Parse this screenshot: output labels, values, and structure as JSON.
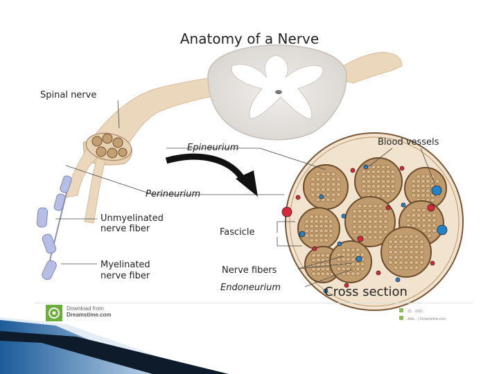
{
  "title": "Anatomy of a Nerve",
  "labels": {
    "spinal_nerve": "Spinal nerve",
    "epineurium": "Epineurium",
    "perineurium": "Perineurium",
    "unmyelinated_1": "Unmyelinated",
    "unmyelinated_2": "nerve fiber",
    "myelinated_1": "Myelinated",
    "myelinated_2": "nerve fiber",
    "blood_vessels": "Blood vessels",
    "fascicle": "Fascicle",
    "nerve_fibers": "Nerve fibers",
    "endoneurium": "Endoneurium",
    "cross_section": "Cross section"
  },
  "footer": {
    "download_line1": "Download from",
    "download_line2": "Dreamstime.com",
    "id_line": "25... 6591",
    "credit_line": "Alila... | Dreamstime.com"
  },
  "colors": {
    "nerve_tan": "#e8d2b4",
    "spinal_gray": "#e2ded9",
    "fascicle_brown": "#bf9b6e",
    "fascicle_border": "#6b4a2a",
    "myelin_purple": "#b6bee6",
    "blood_red": "#d62a3a",
    "blood_blue": "#1f84c9",
    "deco_blue": "#2a68a8"
  }
}
